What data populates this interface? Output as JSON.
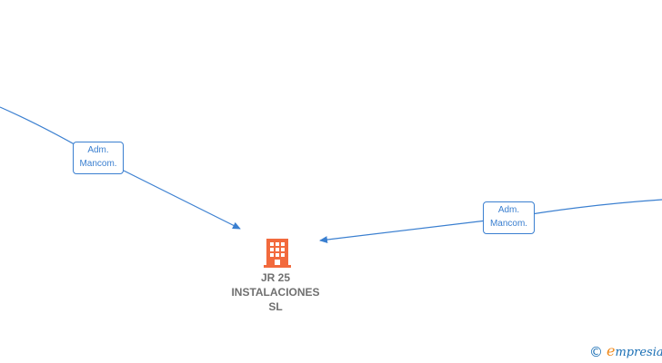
{
  "diagram": {
    "company": {
      "name_lines": [
        "JR 25",
        "INSTALACIONES",
        "SL"
      ],
      "icon": "building-icon",
      "icon_color": "#f26a3d",
      "text_color": "#707070"
    },
    "edges": [
      {
        "label_lines": [
          "Adm.",
          "Mancom."
        ],
        "target": "company"
      },
      {
        "label_lines": [
          "Adm.",
          "Mancom."
        ],
        "target": "company"
      }
    ],
    "edge_color": "#3a7fd0"
  },
  "footer": {
    "copyright_symbol": "©",
    "brand_first": "e",
    "brand_rest": "mpresia",
    "icon": "copyright-icon"
  }
}
